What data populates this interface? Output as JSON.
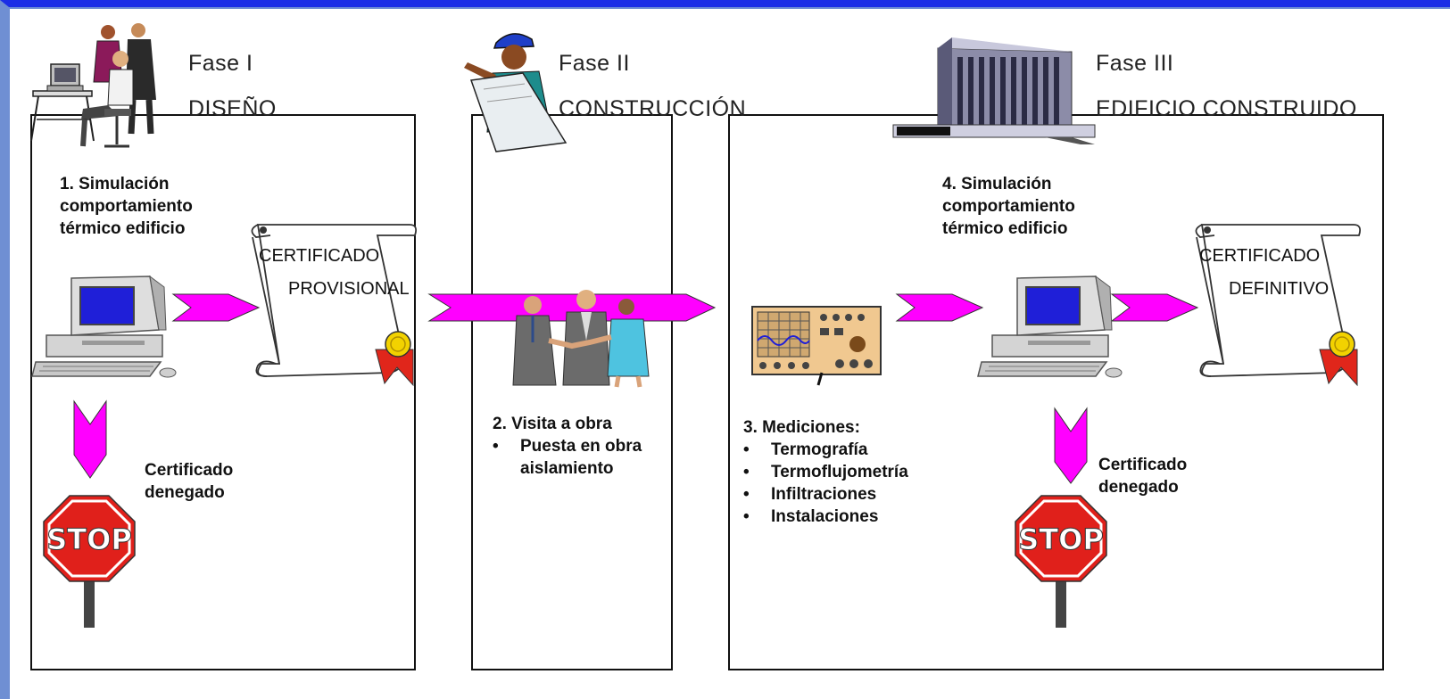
{
  "colors": {
    "frame_top": "#1b2ee6",
    "frame_side": "#6f8fd3",
    "arrow": "#ff00ff",
    "stop_sign": "#e0201b",
    "screen": "#1f1fd8",
    "seal": "#f2d200",
    "ribbon": "#e0261b"
  },
  "phases": [
    {
      "label": "Fase I",
      "name": "DISEÑO",
      "icon": "office-workers-icon"
    },
    {
      "label": "Fase II",
      "name": "CONSTRUCCIÓN",
      "icon": "construction-worker-icon"
    },
    {
      "label": "Fase III",
      "name": "EDIFICIO CONSTRUIDO",
      "icon": "office-building-icon"
    }
  ],
  "step1": {
    "lines": [
      "1. Simulación",
      "comportamiento",
      "térmico edificio"
    ]
  },
  "cert_provisional": {
    "line1": "CERTIFICADO",
    "line2": "PROVISIONAL"
  },
  "denied_1": {
    "lines": [
      "Certificado",
      "denegado"
    ]
  },
  "step2": {
    "title": "2. Visita a obra",
    "bullets": [
      "Puesta en obra",
      "aislamiento"
    ]
  },
  "step3": {
    "title": "3. Mediciones:",
    "bullets": [
      "Termografía",
      "Termoflujometría",
      "Infiltraciones",
      "Instalaciones"
    ]
  },
  "step4": {
    "lines": [
      "4. Simulación",
      "comportamiento",
      "térmico edificio"
    ]
  },
  "cert_definitivo": {
    "line1": "CERTIFICADO",
    "line2": "DEFINITIVO"
  },
  "denied_2": {
    "lines": [
      "Certificado",
      "denegado"
    ]
  },
  "stop_text": "STOP"
}
